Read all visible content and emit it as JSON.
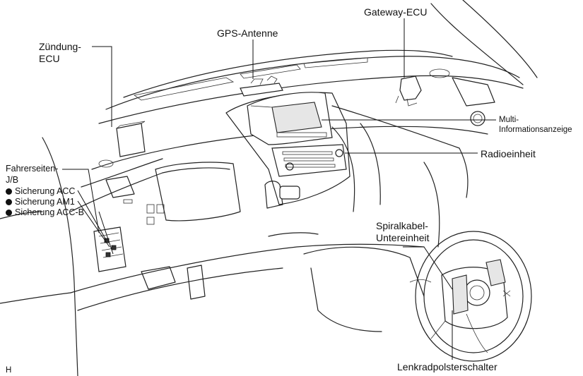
{
  "labels": {
    "gateway_ecu": "Gateway-ECU",
    "gps_antenne": "GPS-Antenne",
    "zuendung_ecu_line1": "Zündung-",
    "zuendung_ecu_line2": "ECU",
    "multi_line1": "Multi-",
    "multi_line2": "Informationsanzeige",
    "radioeinheit": "Radioeinheit",
    "fahrerseiten_line1": "Fahrerseiten-",
    "fahrerseiten_line2": "J/B",
    "sicherung_acc": "Sicherung ACC",
    "sicherung_am1": "Sicherung AM1",
    "sicherung_accb": "Sicherung ACC-B",
    "spiralkabel_line1": "Spiralkabel-",
    "spiralkabel_line2": "Untereinheit",
    "lenkradpolsterschalter": "Lenkradpolsterschalter",
    "corner_mark": "H"
  }
}
